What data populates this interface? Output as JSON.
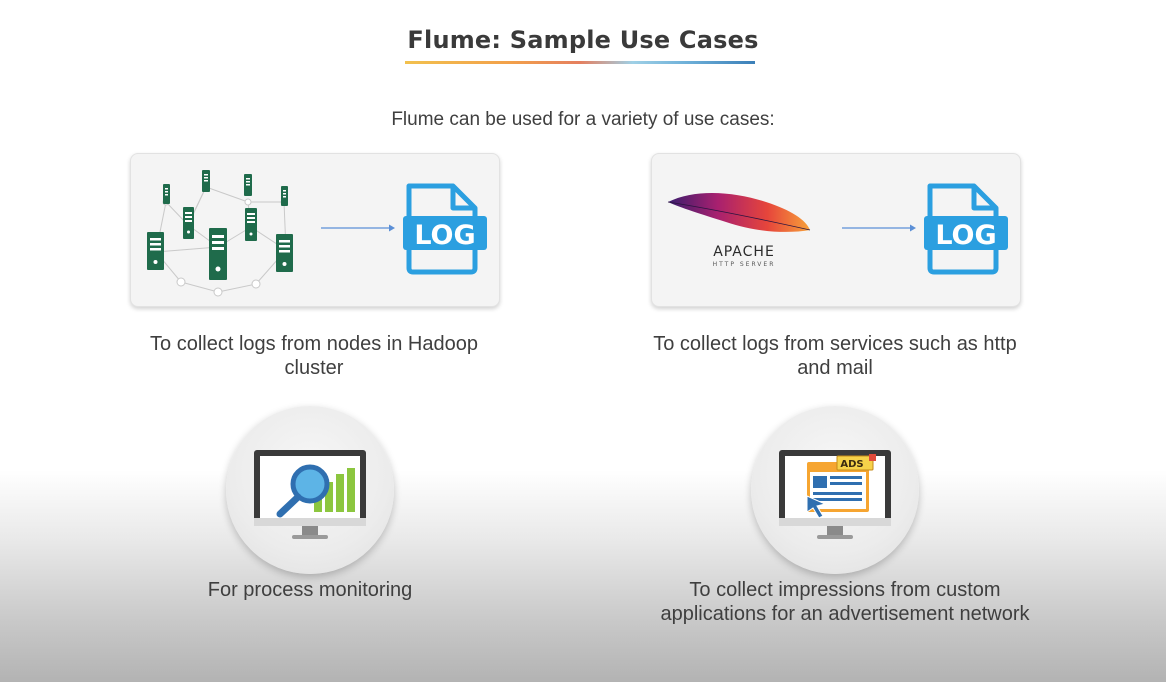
{
  "header": {
    "title": "Flume: Sample Use Cases"
  },
  "intro": "Flume can be used for a variety of use cases:",
  "use_cases": [
    {
      "caption": "To collect logs from nodes in Hadoop cluster",
      "icon": "server-cluster-icon",
      "target_icon": "log-file-icon",
      "target_label": "LOG"
    },
    {
      "caption": "To collect logs from services such as http and mail",
      "icon": "apache-logo",
      "logo_text": "APACHE",
      "logo_subtext": "HTTP SERVER",
      "target_icon": "log-file-icon",
      "target_label": "LOG"
    },
    {
      "caption": "For process monitoring",
      "icon": "monitor-analytics-icon"
    },
    {
      "caption": "To collect impressions from custom applications for an advertisement network",
      "icon": "monitor-ads-icon",
      "ad_label": "ADS"
    }
  ],
  "colors": {
    "log_blue": "#2b9fe0",
    "server_green": "#1f6b4b",
    "text": "#3f3f3f",
    "arrow": "#5b8fd6"
  }
}
